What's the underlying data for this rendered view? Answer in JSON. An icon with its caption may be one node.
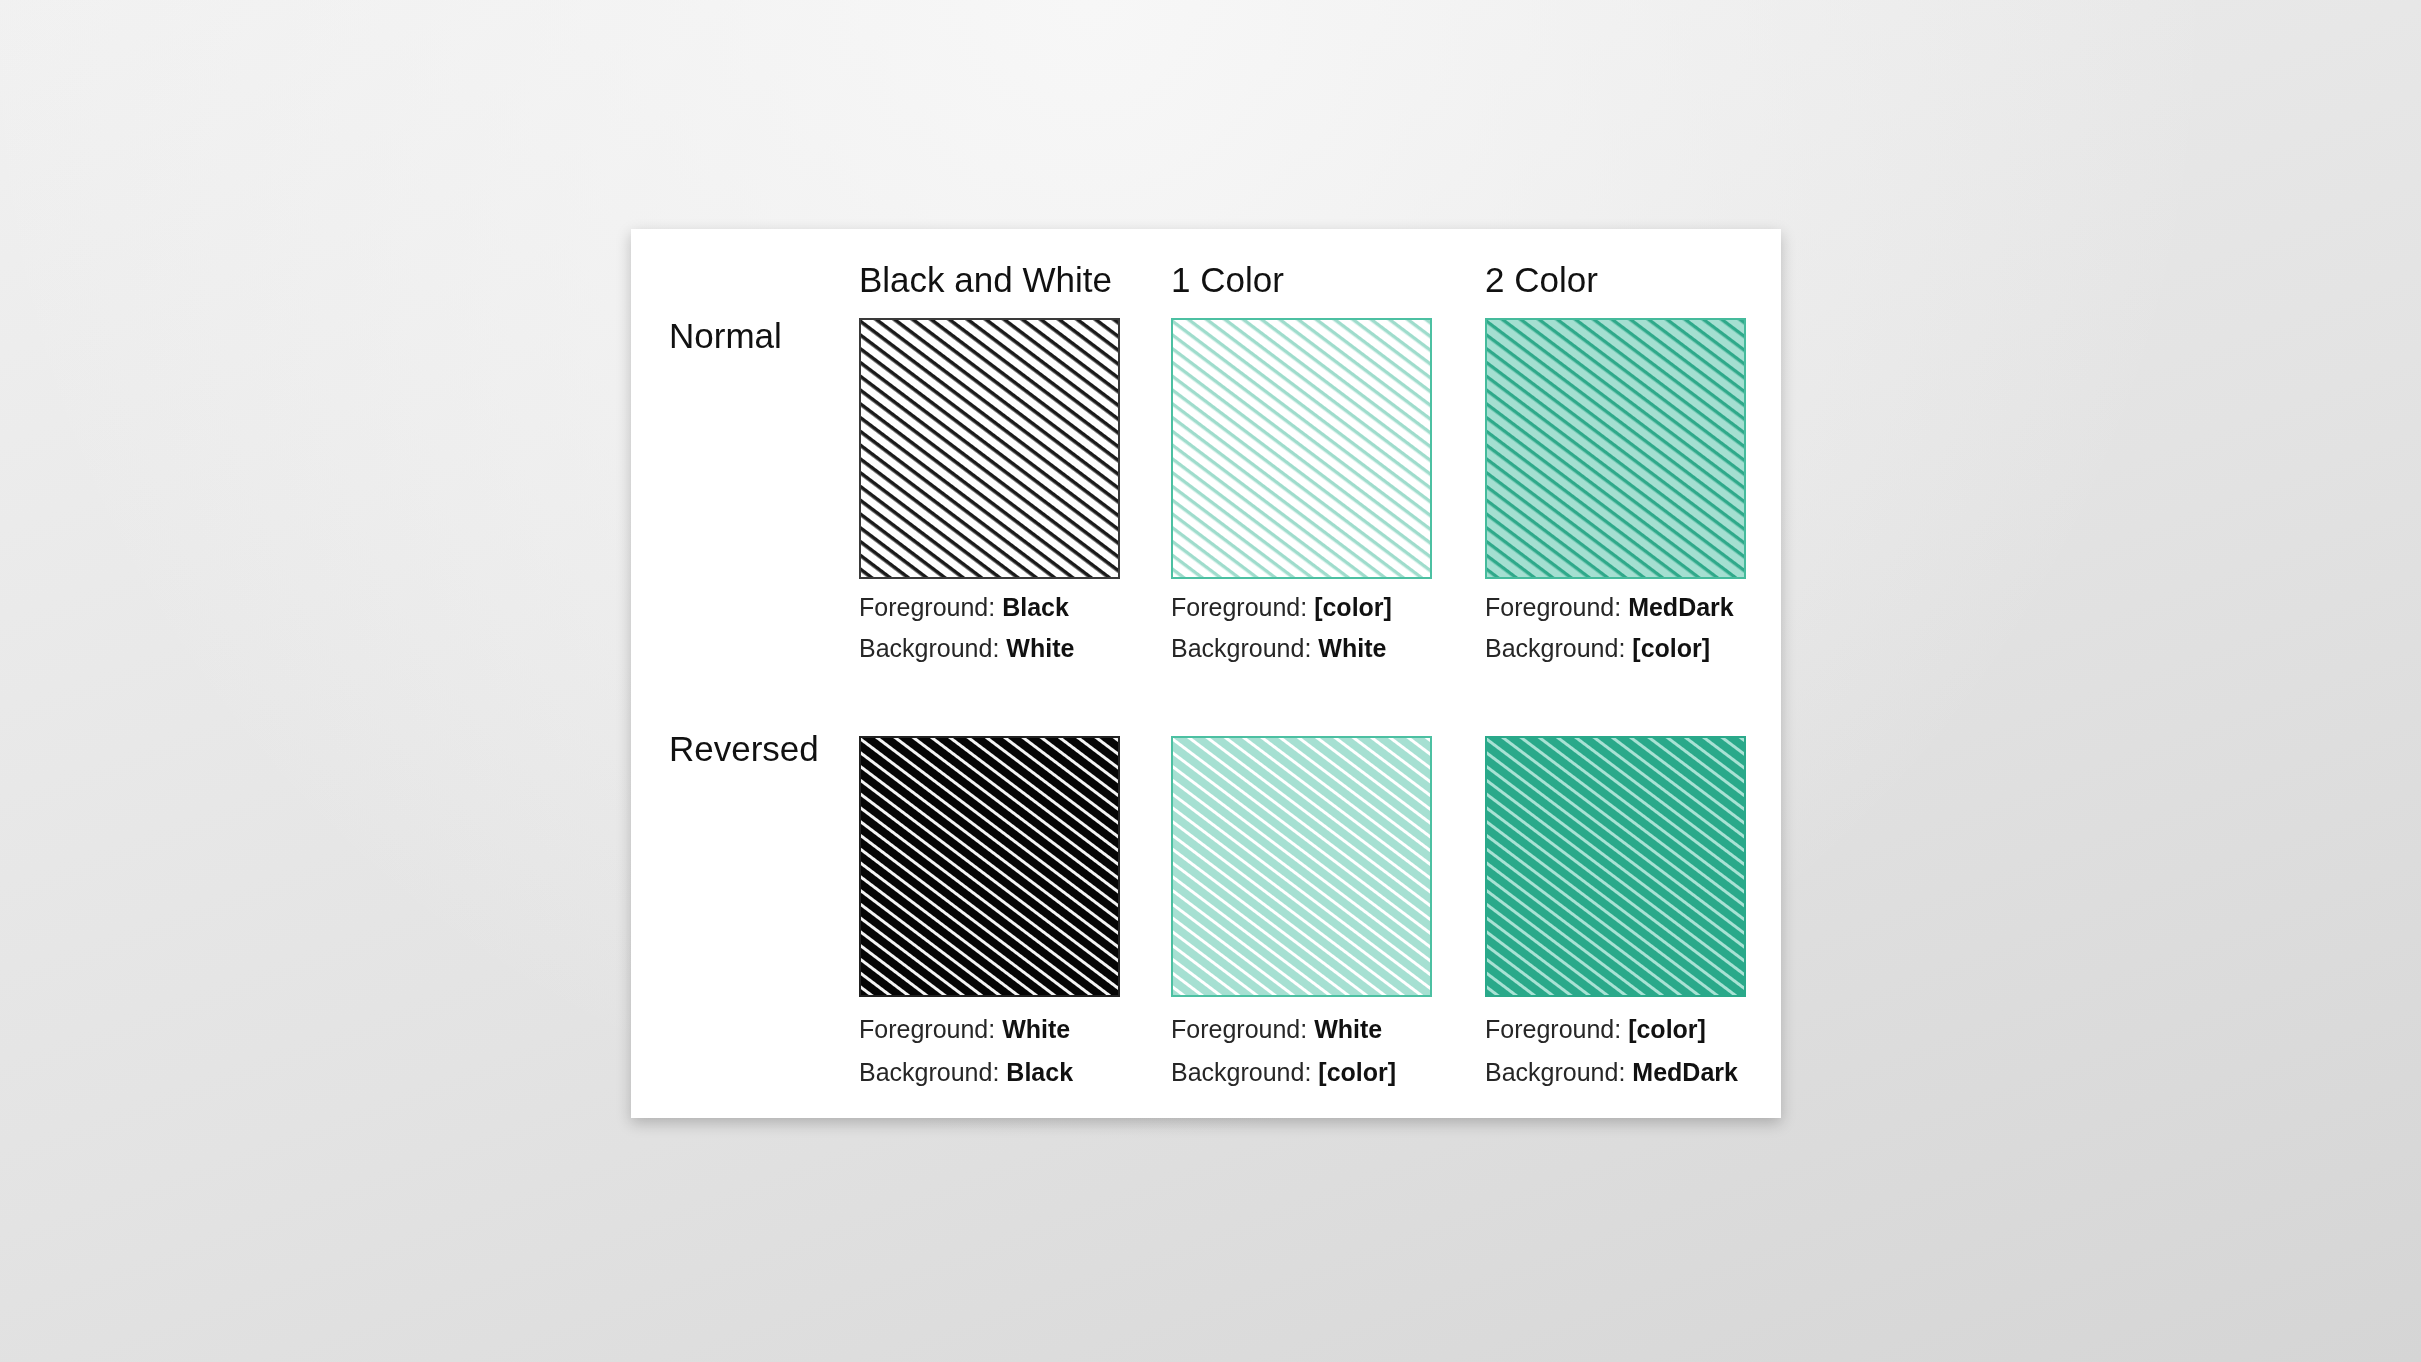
{
  "diagram": {
    "labels": [
      "Black and White",
      "1 Color",
      "2 Color",
      "Normal",
      "Foreground: **Black**",
      "Foreground: **[color]**",
      "Foreground: **MedDark**",
      "Background: **White**",
      "Background: **White**",
      "Background: **[color]**",
      "Reversed",
      "Foreground: **White**",
      "Foreground: **White**",
      "Foreground: **[color]**",
      "Background: **Black**",
      "Background: **[color]**",
      "Background: **MedDark**"
    ]
  }
}
